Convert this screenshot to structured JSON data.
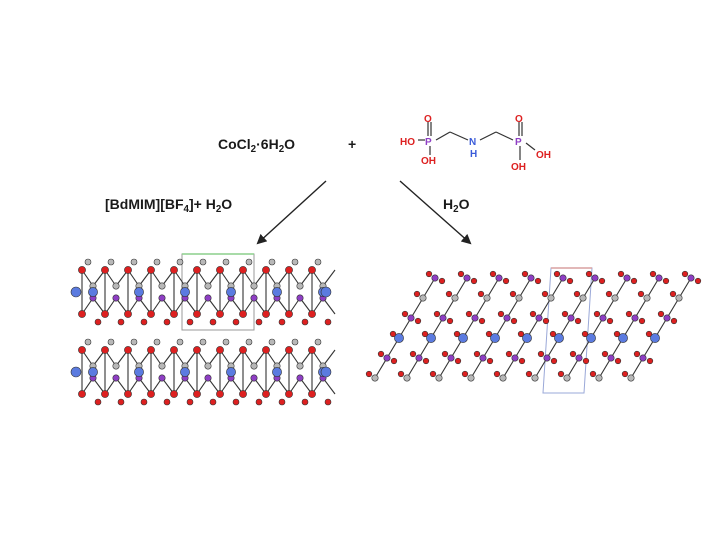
{
  "reaction": {
    "reactant_main": "CoCl",
    "reactant_sub1": "2",
    "reactant_mid": "·6H",
    "reactant_sub2": "2",
    "reactant_end": "O",
    "plus": "+",
    "ligand": {
      "p_left": "P",
      "p_right": "P",
      "o_left": "O",
      "o_right": "O",
      "ho_left": "HO",
      "oh_left": "OH",
      "oh_right1": "OH",
      "oh_right2": "OH",
      "n": "N",
      "h": "H"
    },
    "condition_left": {
      "pre": "[BdMIM][BF",
      "sub": "4",
      "post": "]+ H",
      "sub2": "2",
      "end": "O"
    },
    "condition_right": {
      "pre": "H",
      "sub": "2",
      "end": "O"
    }
  },
  "colors": {
    "arrow": "#222222",
    "oxygen": "#dd2020",
    "phosphorus": "#8e3ec4",
    "nitrogen": "#3a5bd9",
    "cobalt": "#5b7be0",
    "carbon": "#b8b8b8",
    "bond": "#333333",
    "cell_green": "#8ccf8c",
    "cell_red": "#d9a0a0",
    "cell_blue": "#9aa8d8",
    "cell_grey": "#999999"
  },
  "structures": {
    "left_icon": "layered-framework-structure",
    "right_icon": "chain-framework-structure"
  }
}
